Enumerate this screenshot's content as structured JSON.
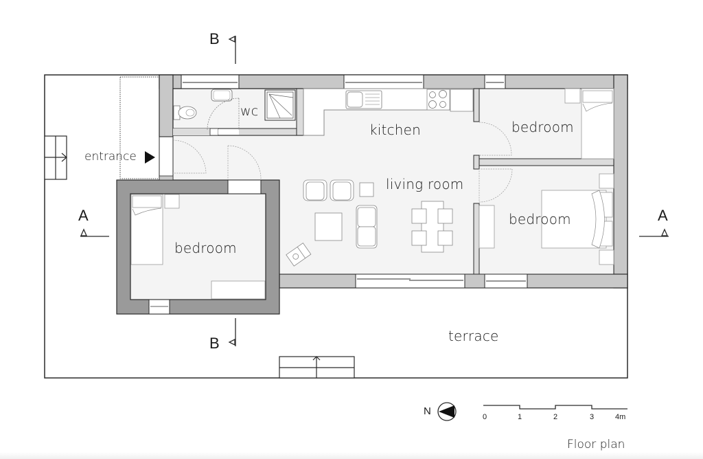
{
  "title": "Floor plan",
  "rooms": {
    "wc": "wc",
    "kitchen": "kitchen",
    "living_room": "living room",
    "bedroom_ne": "bedroom",
    "bedroom_se": "bedroom",
    "bedroom_w": "bedroom",
    "terrace": "terrace"
  },
  "entrance": {
    "label": "entrance",
    "icon": "arrow-right-filled"
  },
  "sections": {
    "a_left": "A",
    "a_right": "A",
    "b_top": "B",
    "b_bottom": "B"
  },
  "north": {
    "label": "N",
    "icon": "north-arrow-pointing-left"
  },
  "scale_bar": {
    "ticks": [
      "0",
      "1",
      "2",
      "3",
      "4m"
    ],
    "unit": "m"
  },
  "colors": {
    "wall_exterior": "#c8c8c8",
    "wall_dark": "#9a9a9a",
    "floor": "#f4f4f4",
    "outline": "#2a2a2a",
    "background": "#ffffff"
  }
}
